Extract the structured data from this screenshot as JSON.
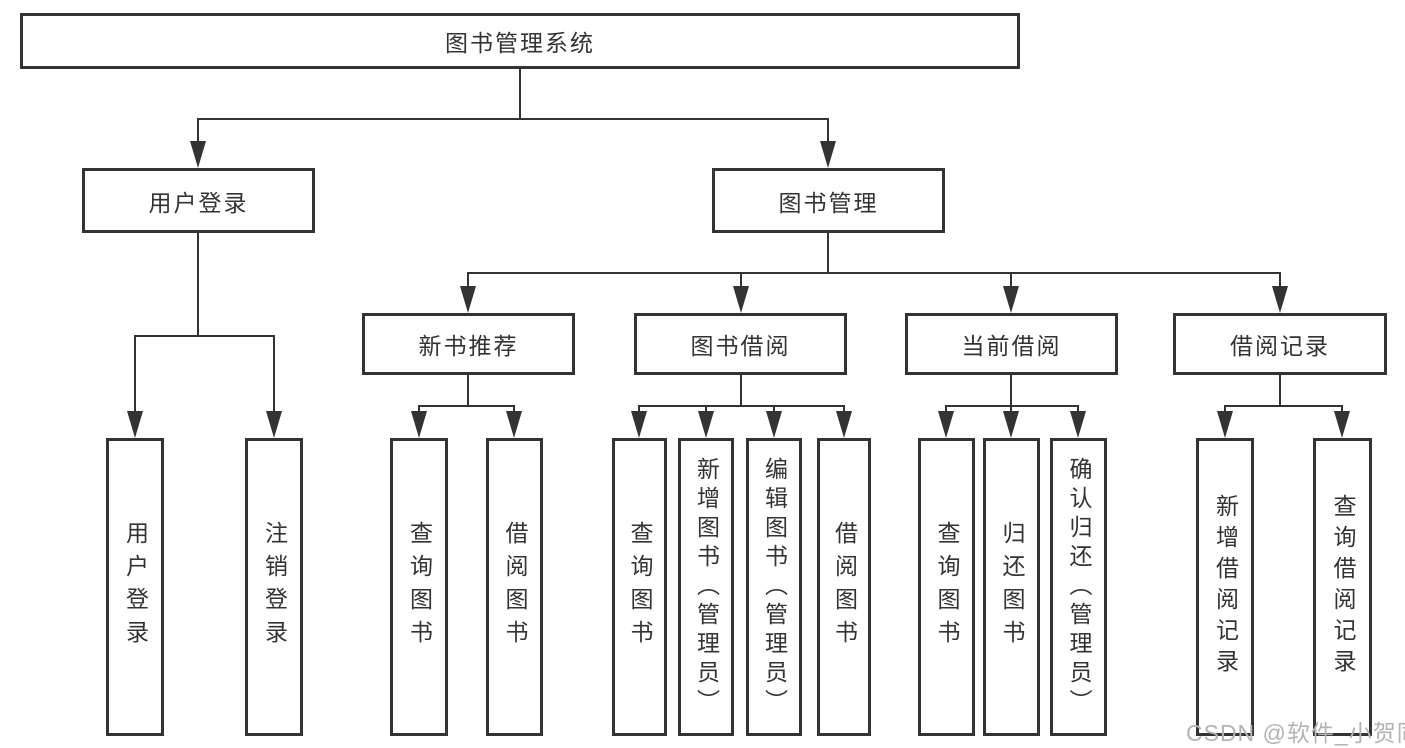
{
  "tree": {
    "root": "图书管理系统",
    "branches": [
      {
        "label": "用户登录",
        "children": [
          "用户登录",
          "注销登录"
        ]
      },
      {
        "label": "图书管理",
        "groups": [
          {
            "label": "新书推荐",
            "children": [
              "查询图书",
              "借阅图书"
            ]
          },
          {
            "label": "图书借阅",
            "children": [
              "查询图书",
              "新增图书（管理员）",
              "编辑图书（管理员）",
              "借阅图书"
            ]
          },
          {
            "label": "当前借阅",
            "children": [
              "查询图书",
              "归还图书",
              "确认归还（管理员）"
            ]
          },
          {
            "label": "借阅记录",
            "children": [
              "新增借阅记录",
              "查询借阅记录"
            ]
          }
        ]
      }
    ]
  },
  "watermark": {
    "text": "CSDN @软件_小贺同学"
  },
  "colors": {
    "line": "#333333",
    "box_border": "#333333",
    "text": "#333333",
    "watermark": "#b3b3b3",
    "background": "#ffffff"
  }
}
